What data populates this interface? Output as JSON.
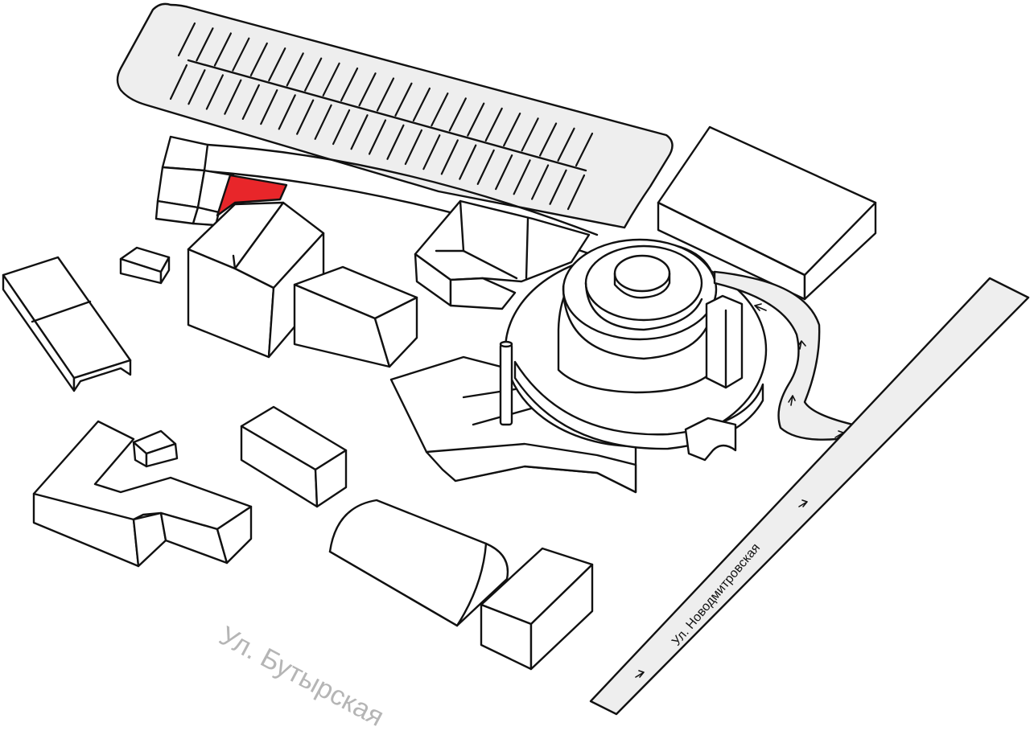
{
  "map": {
    "title": "Site plan",
    "colors": {
      "background": "#ffffff",
      "outline": "#111111",
      "parking_fill": "#eeeeee",
      "road_fill": "#eeeeee",
      "highlight": "#e8262a",
      "street_label_gray": "#b5b5b5",
      "street_label_dark": "#111111"
    },
    "streets": {
      "butyrskaya": "Ул. Бутырская",
      "novodmitrovskaya": "Ул. Новодмитровская"
    },
    "highlighted_building": "highlighted-section"
  }
}
